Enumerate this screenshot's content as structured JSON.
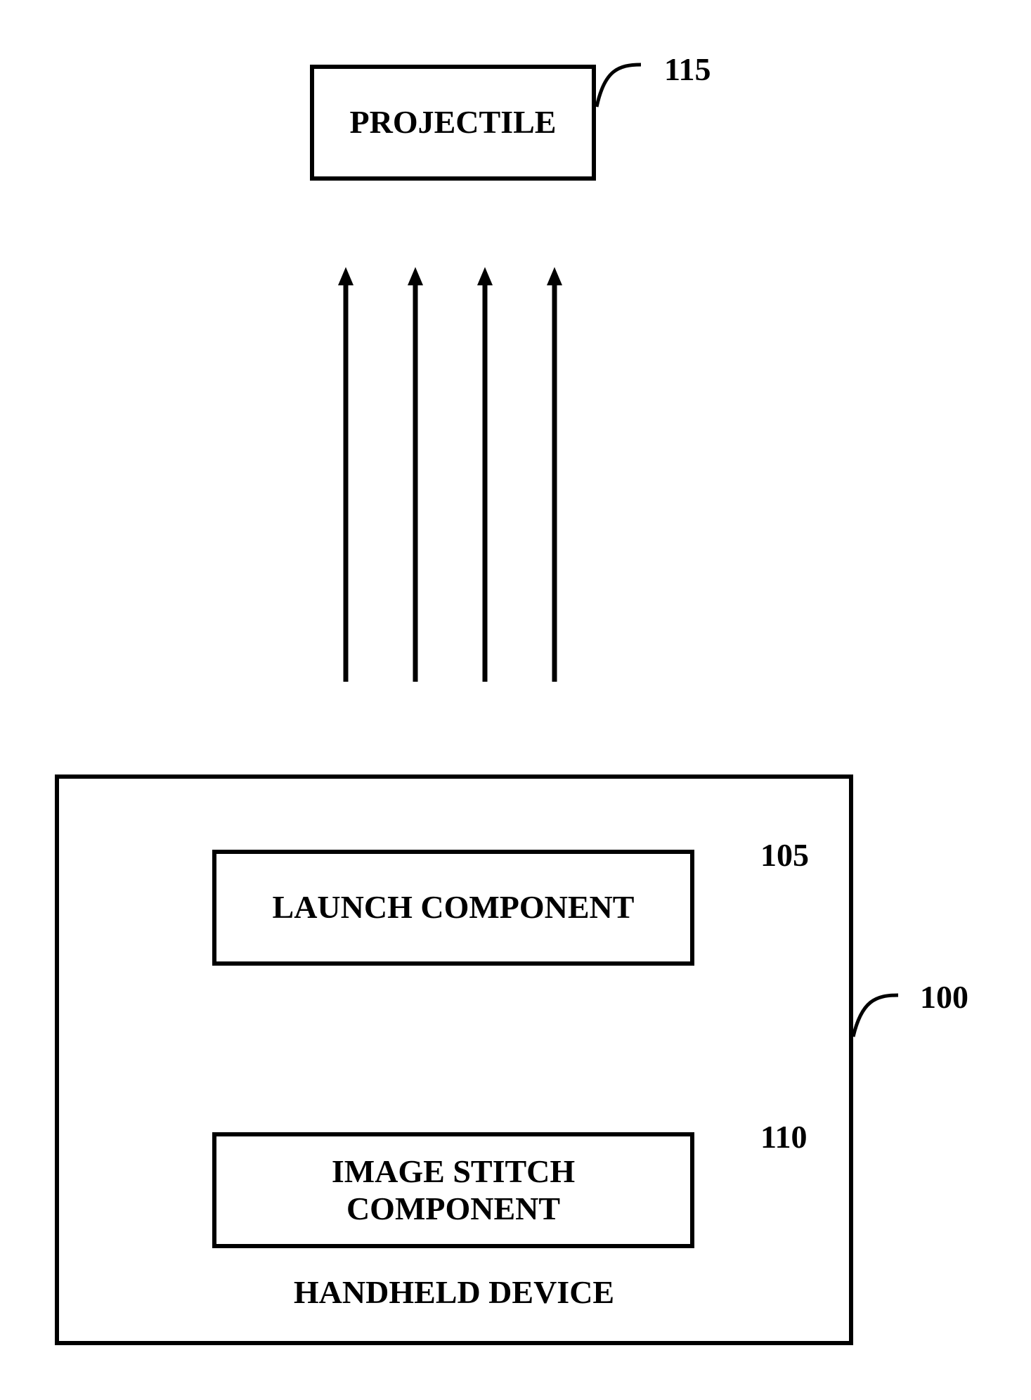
{
  "projectile": {
    "label": "PROJECTILE",
    "ref": "115"
  },
  "handheld_device": {
    "label": "HANDHELD DEVICE",
    "ref": "100"
  },
  "launch_component": {
    "label": "LAUNCH COMPONENT",
    "ref": "105"
  },
  "image_stitch_component": {
    "label_lines": [
      "IMAGE STITCH",
      "COMPONENT"
    ],
    "ref": "110"
  },
  "arrows": {
    "count": 4,
    "direction": "up"
  }
}
